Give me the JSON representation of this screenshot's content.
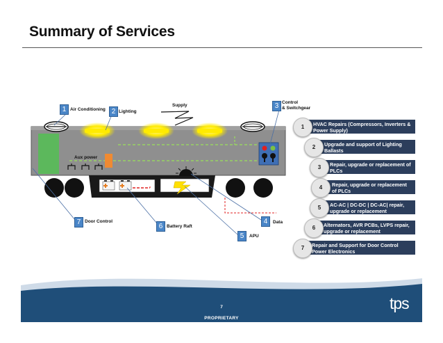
{
  "slide": {
    "title": "Summary of Services",
    "page_number": "7",
    "footer_text": "PROPRIETARY",
    "logo_text": "tps"
  },
  "diagram": {
    "supply_label": "Supply",
    "aux_power_label": "Aux power",
    "callouts": [
      {
        "num": "1",
        "label": "Air Conditioning"
      },
      {
        "num": "2",
        "label": "Lighting"
      },
      {
        "num": "3",
        "label": "Control\n& Switchgear"
      },
      {
        "num": "4",
        "label": "Data"
      },
      {
        "num": "5",
        "label": "APU"
      },
      {
        "num": "6",
        "label": "Battery Raft"
      },
      {
        "num": "7",
        "label": "Door Control"
      }
    ]
  },
  "services": [
    {
      "num": "1",
      "text": "HVAC Repairs (Compressors, Inverters & Power Supply)"
    },
    {
      "num": "2",
      "text": "Upgrade and support of Lighting Ballasts"
    },
    {
      "num": "3",
      "text": "Repair, upgrade or replacement of PLCs"
    },
    {
      "num": "4",
      "text": "Repair, upgrade or replacement of PLCs"
    },
    {
      "num": "5",
      "text": "AC-AC | DC-DC | DC-AC| repair, upgrade or replacement"
    },
    {
      "num": "6",
      "text": "Alternators, AVR PCBs, LVPS repair, upgrade or replacement"
    },
    {
      "num": "7",
      "text": "Repair and Support for Door Control Power Electronics"
    }
  ],
  "colors": {
    "navy": "#2c3e5c",
    "callout_blue": "#4a86c8",
    "footer_wave": "#1f4e79",
    "car_body": "#8f8f8f",
    "door_green": "#5cb85c",
    "light_yellow": "#ffeb00"
  }
}
